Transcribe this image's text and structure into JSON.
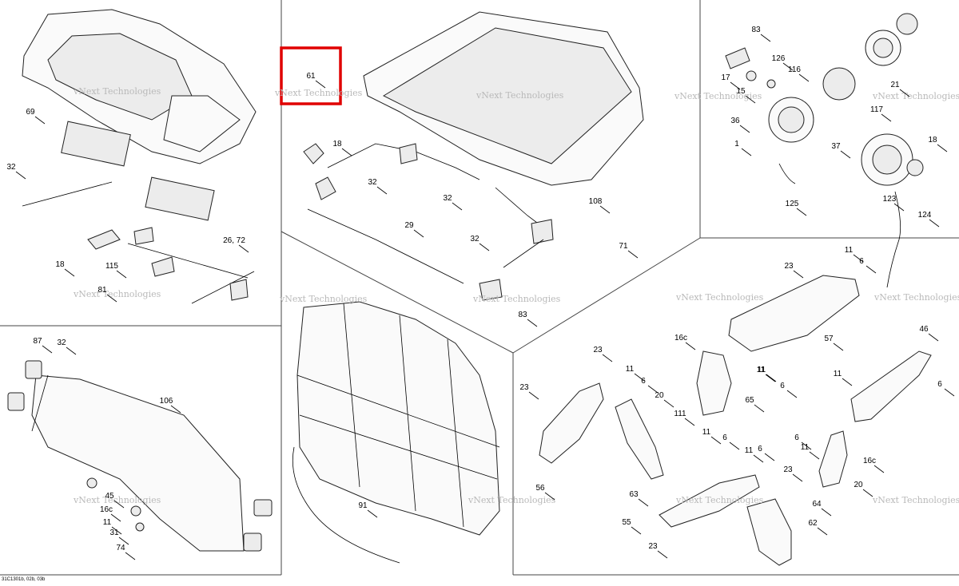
{
  "diagram": {
    "part_labels": [
      "69",
      "32",
      "18",
      "115",
      "81",
      "26, 72",
      "61",
      "18",
      "32",
      "32",
      "108",
      "29",
      "32",
      "83",
      "71",
      "91",
      "87",
      "32",
      "106",
      "45",
      "16c",
      "11",
      "31",
      "74",
      "83",
      "126",
      "116",
      "17",
      "15",
      "21",
      "36",
      "117",
      "1",
      "37",
      "18",
      "123",
      "125",
      "124",
      "23",
      "11",
      "6",
      "57",
      "16c",
      "11",
      "46",
      "11",
      "6",
      "23",
      "23",
      "11",
      "6",
      "20",
      "111",
      "11",
      "6",
      "65",
      "11",
      "6",
      "6",
      "11",
      "16c",
      "20",
      "64",
      "6",
      "11",
      "23",
      "56",
      "63",
      "55",
      "23",
      "62"
    ],
    "highlight_label": "61",
    "watermark": "vNext Technologies",
    "footer_code": "31C1301b, 02b, 03b"
  }
}
